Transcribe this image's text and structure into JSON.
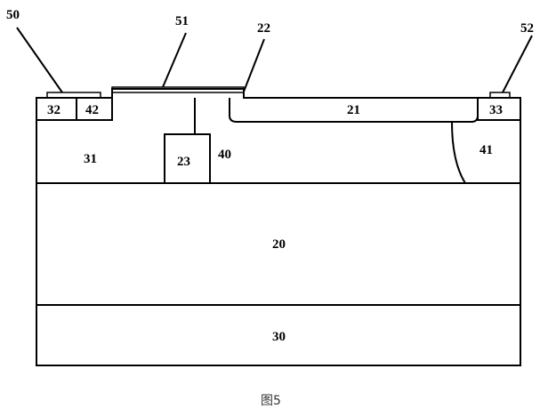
{
  "labels": {
    "l50": "50",
    "l51": "51",
    "l22": "22",
    "l52": "52",
    "l32": "32",
    "l42": "42",
    "l21": "21",
    "l33": "33",
    "l31": "31",
    "l23": "23",
    "l40": "40",
    "l41": "41",
    "l20": "20",
    "l30": "30"
  },
  "caption": "图5"
}
